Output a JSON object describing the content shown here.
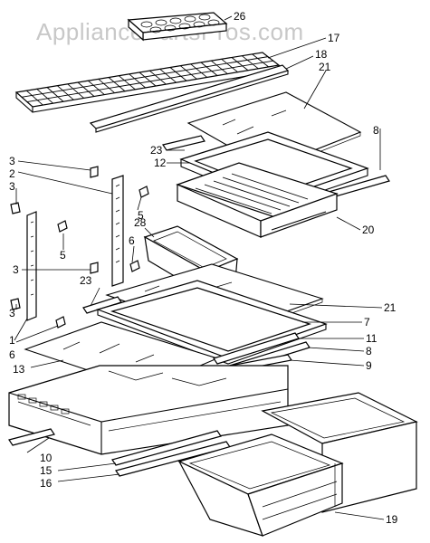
{
  "watermark": "AppliancePartsPros.com",
  "callouts": [
    {
      "id": "c26",
      "label": "26"
    },
    {
      "id": "c17",
      "label": "17"
    },
    {
      "id": "c18",
      "label": "18"
    },
    {
      "id": "c21a",
      "label": "21"
    },
    {
      "id": "c8a",
      "label": "8"
    },
    {
      "id": "c23a",
      "label": "23"
    },
    {
      "id": "c12",
      "label": "12"
    },
    {
      "id": "c3a",
      "label": "3"
    },
    {
      "id": "c2",
      "label": "2"
    },
    {
      "id": "c3b",
      "label": "3"
    },
    {
      "id": "c5a",
      "label": "5"
    },
    {
      "id": "c28",
      "label": "28"
    },
    {
      "id": "c20",
      "label": "20"
    },
    {
      "id": "c6a",
      "label": "6"
    },
    {
      "id": "c5b",
      "label": "5"
    },
    {
      "id": "c3c",
      "label": "3"
    },
    {
      "id": "c23b",
      "label": "23"
    },
    {
      "id": "c21b",
      "label": "21"
    },
    {
      "id": "c3d",
      "label": "3"
    },
    {
      "id": "c7",
      "label": "7"
    },
    {
      "id": "c1",
      "label": "1"
    },
    {
      "id": "c6b",
      "label": "6"
    },
    {
      "id": "c11",
      "label": "11"
    },
    {
      "id": "c8b",
      "label": "8"
    },
    {
      "id": "c13",
      "label": "13"
    },
    {
      "id": "c9",
      "label": "9"
    },
    {
      "id": "c10",
      "label": "10"
    },
    {
      "id": "c15",
      "label": "15"
    },
    {
      "id": "c16",
      "label": "16"
    },
    {
      "id": "c19",
      "label": "19"
    }
  ]
}
